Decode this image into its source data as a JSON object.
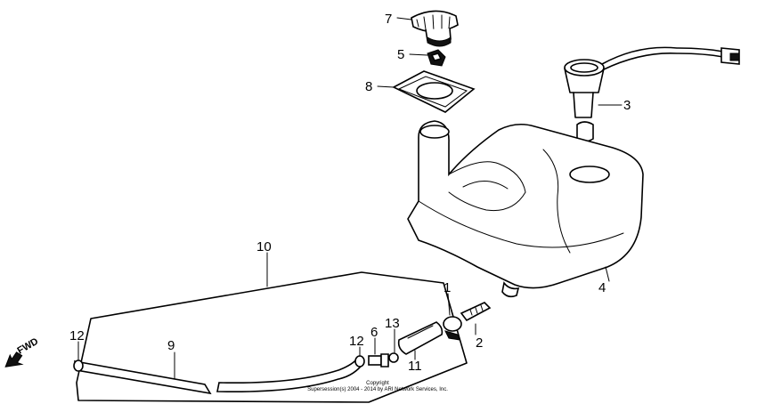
{
  "labels": {
    "p1": "1",
    "p2": "2",
    "p3": "3",
    "p4": "4",
    "p5": "5",
    "p6": "6",
    "p7": "7",
    "p8": "8",
    "p9": "9",
    "p10": "10",
    "p11": "11",
    "p12a": "12",
    "p12b": "12",
    "p13": "13"
  },
  "fwd": "FWD",
  "copyright": {
    "line1": "Copyright",
    "line2": "Supersession(s) 2004 - 2014 by ARI Network Services, Inc."
  }
}
